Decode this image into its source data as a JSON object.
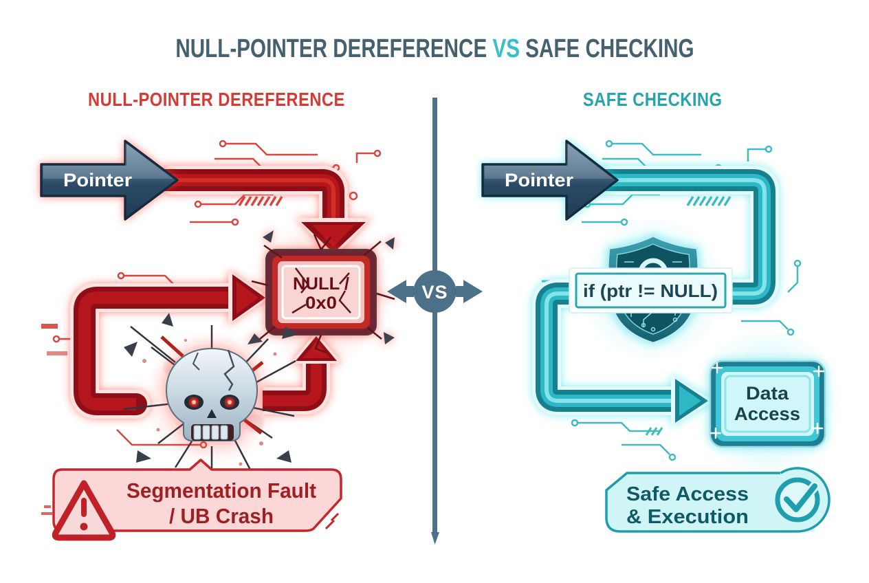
{
  "title": {
    "part_red_side": "NULL-POINTER DEREFERENCE",
    "part_vs": "VS",
    "part_safe_side": "SAFE CHECKING"
  },
  "divider": {
    "vs_label": "VS"
  },
  "left_panel": {
    "heading": "NULL-POINTER DEREFERENCE",
    "pointer_arrow_label": "Pointer",
    "null_box": {
      "line1": "NULL /",
      "line2": "0x0"
    },
    "crash_banner": {
      "line1": "Segmentation Fault",
      "line2": "/ UB Crash"
    },
    "icons": {
      "skull_icon": "cracked-skull-explosion",
      "warning_icon": "warning-triangle-exclamation"
    }
  },
  "right_panel": {
    "heading": "SAFE CHECKING",
    "pointer_arrow_label": "Pointer",
    "null_check_label": "if (ptr != NULL)",
    "data_box": {
      "line1": "Data",
      "line2": "Access"
    },
    "safe_banner": {
      "line1": "Safe Access",
      "line2": "& Execution"
    },
    "icons": {
      "shield_icon": "circuit-shield-padlock",
      "check_icon": "check-circle"
    }
  },
  "colors": {
    "title_slate": "#45606e",
    "title_vs_teal": "#35bfc9",
    "danger_heading_red": "#d53a35",
    "danger_pipe_dark": "#8e0f14",
    "danger_border": "#c5262b",
    "danger_banner_pink": "#fbd7d8",
    "safe_heading_teal": "#27a3ad",
    "safe_pipe_dark": "#13808f",
    "safe_border": "#1f9dac",
    "safe_banner_cyan": "#cff5f7",
    "steel_blue": "#4d7089"
  }
}
